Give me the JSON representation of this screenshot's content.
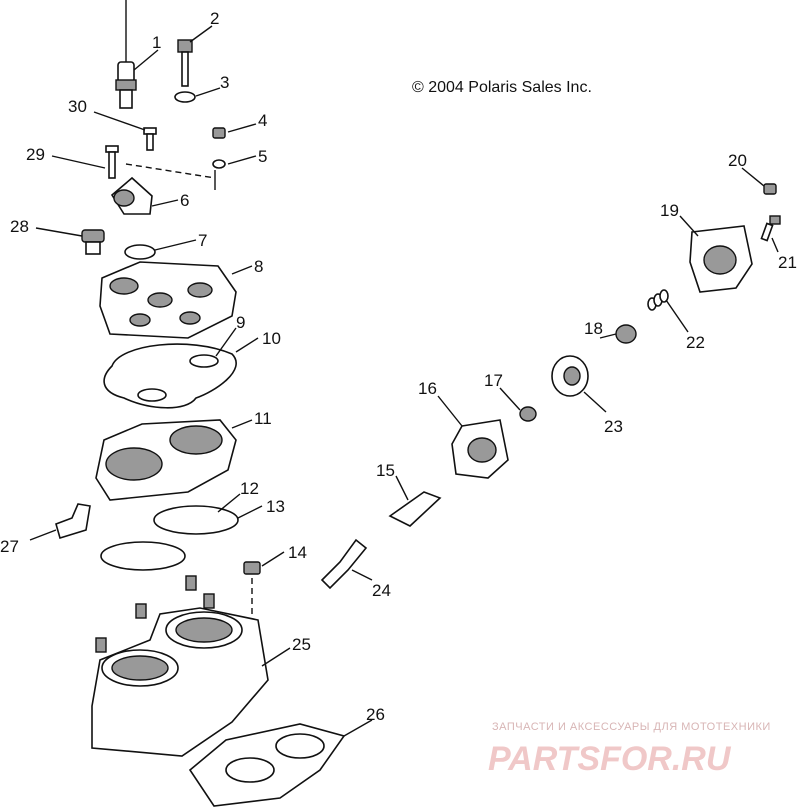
{
  "copyright": "© 2004 Polaris Sales Inc.",
  "watermark": {
    "tagline": "ЗАПЧАСТИ И АКСЕССУАРЫ ДЛЯ МОТОТЕХНИКИ",
    "brand": "PARTSFOR.RU"
  },
  "callouts": [
    "1",
    "2",
    "3",
    "4",
    "5",
    "6",
    "7",
    "8",
    "9",
    "10",
    "11",
    "12",
    "13",
    "14",
    "15",
    "16",
    "17",
    "18",
    "19",
    "20",
    "21",
    "22",
    "23",
    "24",
    "25",
    "26",
    "27",
    "28",
    "29",
    "30"
  ]
}
